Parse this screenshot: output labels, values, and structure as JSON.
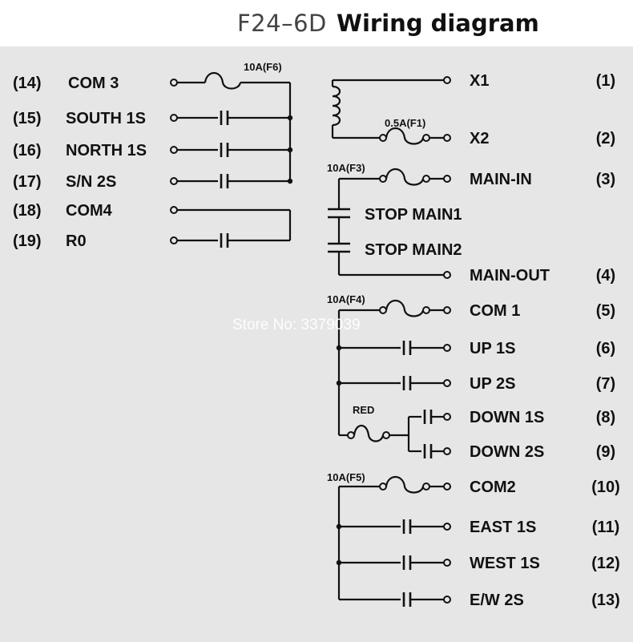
{
  "title": {
    "model": "F24–6D",
    "main": "Wiring diagram"
  },
  "watermark": "Store No: 3379039",
  "left_terminals": [
    {
      "num": "(14)",
      "label": "COM 3"
    },
    {
      "num": "(15)",
      "label": "SOUTH 1S"
    },
    {
      "num": "(16)",
      "label": "NORTH 1S"
    },
    {
      "num": "(17)",
      "label": "S/N 2S"
    },
    {
      "num": "(18)",
      "label": "COM4"
    },
    {
      "num": "(19)",
      "label": "R0"
    }
  ],
  "right_terminals": [
    {
      "label": "X1",
      "num": "(1)"
    },
    {
      "label": "X2",
      "num": "(2)"
    },
    {
      "label": "MAIN-IN",
      "num": "(3)"
    },
    {
      "label": "MAIN-OUT",
      "num": "(4)"
    },
    {
      "label": "COM 1",
      "num": "(5)"
    },
    {
      "label": "UP  1S",
      "num": "(6)"
    },
    {
      "label": "UP  2S",
      "num": "(7)"
    },
    {
      "label": "DOWN 1S",
      "num": "(8)"
    },
    {
      "label": "DOWN 2S",
      "num": "(9)"
    },
    {
      "label": "COM2",
      "num": "(10)"
    },
    {
      "label": "EAST 1S",
      "num": "(11)"
    },
    {
      "label": "WEST 1S",
      "num": "(12)"
    },
    {
      "label": "E/W 2S",
      "num": "(13)"
    }
  ],
  "fuses": {
    "f6": "10A(F6)",
    "f1": "0.5A(F1)",
    "f3": "10A(F3)",
    "f4": "10A(F4)",
    "f5": "10A(F5)"
  },
  "stop_labels": [
    "STOP MAIN1",
    "STOP MAIN2"
  ],
  "red_label": "RED",
  "colors": {
    "background": "#e6e6e6",
    "line": "#111111",
    "text": "#111111"
  }
}
